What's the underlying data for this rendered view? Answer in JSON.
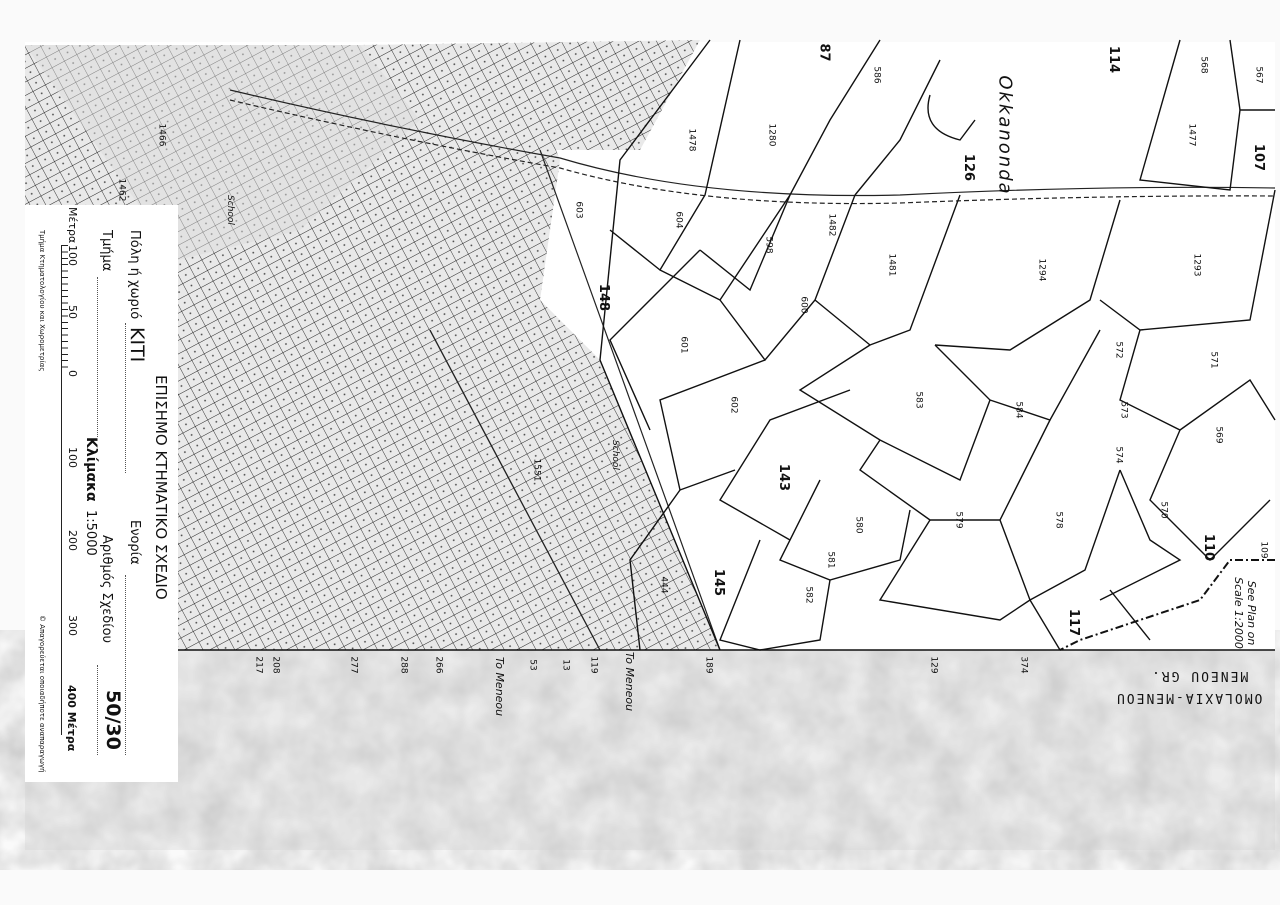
{
  "title_block": {
    "title": "ΕΠΙΣΗΜΟ ΚΤΗΜΑΤΙΚΟ ΣΧΕΔΙΟ",
    "village_label": "Πόλη ή χωριό",
    "village_value": "ΚΙΤΙ",
    "parish_label": "Ενορία",
    "section_label": "Τμήμα",
    "sheet_label": "Αριθμός Σχεδίου",
    "sheet_value": "50/30",
    "scale_label": "Κλίμακα",
    "scale_value": "1:5000",
    "scalebar": {
      "unit_left": "Μέτρα",
      "ticks": [
        "100",
        "50",
        "0",
        "100",
        "200",
        "300"
      ],
      "end": "400 Μέτρα"
    },
    "footer_left": "Τμήμα Κτηματολογίου και Χωρομετρίας",
    "footer_right": "© Απαγορεύεται οποιαδήποτε αναπαραγωγή"
  },
  "map": {
    "locality": "Okkanonda",
    "parcels": [
      "114",
      "586",
      "1280",
      "1478",
      "603",
      "604",
      "598",
      "1482",
      "148",
      "600",
      "601",
      "602",
      "143",
      "145",
      "583",
      "584",
      "1481",
      "1294",
      "1293",
      "572",
      "571",
      "573",
      "574",
      "569",
      "570",
      "579",
      "578",
      "580",
      "581",
      "582",
      "117",
      "110",
      "109",
      "107",
      "1477",
      "568",
      "567",
      "126",
      "87",
      "444",
      "1462",
      "1466",
      "1551"
    ],
    "block_numbers": [
      "217",
      "208",
      "277",
      "288",
      "266",
      "53",
      "13",
      "119",
      "189",
      "129",
      "374"
    ],
    "road_labels": [
      "To Meneou",
      "To Meneou"
    ],
    "school_labels": [
      "School",
      "School"
    ],
    "inset_note": "See Plan on Scale 1:2000",
    "bottom_road": "OMOLAXIA-MENEOU",
    "bottom_road_2": "MENEOU GR."
  }
}
